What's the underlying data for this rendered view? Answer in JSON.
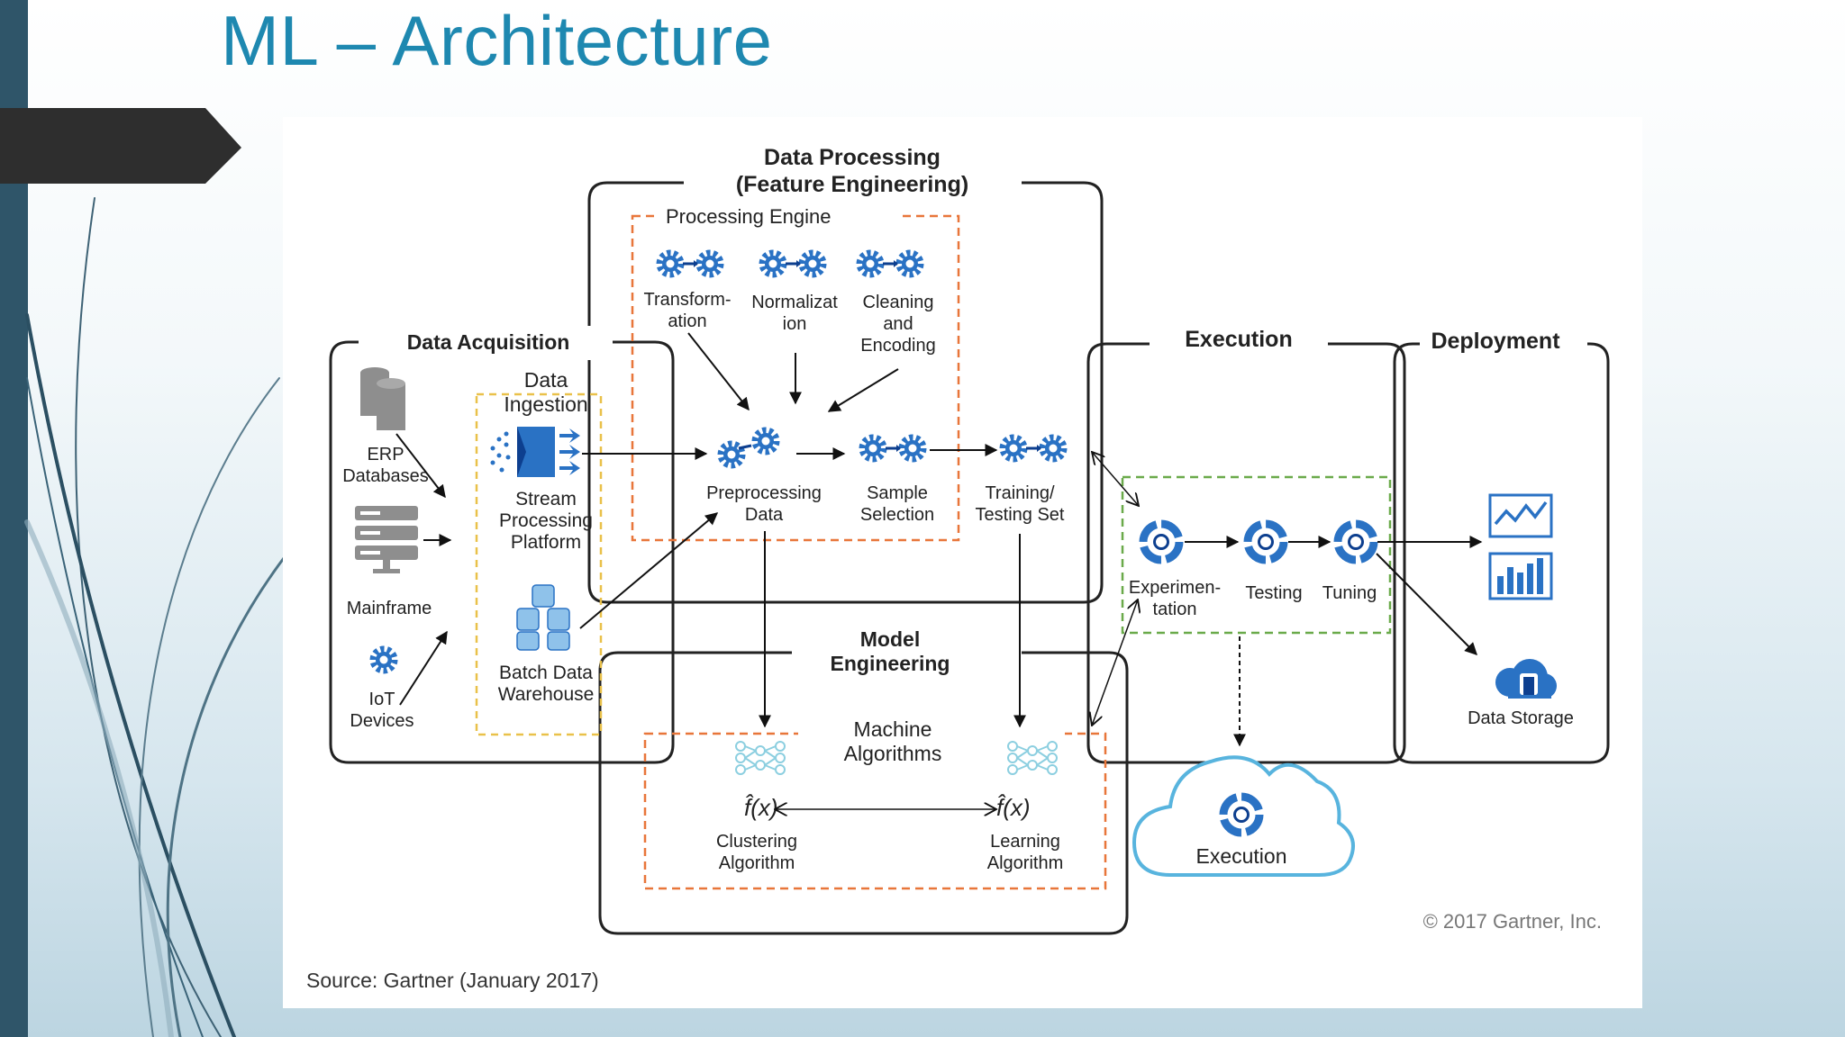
{
  "slide": {
    "title": "ML – Architecture"
  },
  "diagram": {
    "data_processing": {
      "line1": "Data Processing",
      "line2": "(Feature Engineering)"
    },
    "processing_engine": "Processing Engine",
    "transformation": {
      "l1": "Transform-",
      "l2": "ation"
    },
    "normalization": {
      "l1": "Normalizat",
      "l2": "ion"
    },
    "cleaning": {
      "l1": "Cleaning",
      "l2": "and",
      "l3": "Encoding"
    },
    "preprocessing": {
      "l1": "Preprocessing",
      "l2": "Data"
    },
    "sample": {
      "l1": "Sample",
      "l2": "Selection"
    },
    "training": {
      "l1": "Training/",
      "l2": "Testing Set"
    },
    "data_acquisition": "Data Acquisition",
    "erp": {
      "l1": "ERP",
      "l2": "Databases"
    },
    "mainframe": "Mainframe",
    "iot": {
      "l1": "IoT",
      "l2": "Devices"
    },
    "data_ingestion": {
      "l1": "Data",
      "l2": "Ingestion"
    },
    "stream": {
      "l1": "Stream",
      "l2": "Processing",
      "l3": "Platform"
    },
    "batch": {
      "l1": "Batch Data",
      "l2": "Warehouse"
    },
    "execution_title": "Execution",
    "deployment_title": "Deployment",
    "experimentation": {
      "l1": "Experimen-",
      "l2": "tation"
    },
    "testing": "Testing",
    "tuning": "Tuning",
    "data_storage": "Data Storage",
    "model_engineering": {
      "l1": "Model",
      "l2": "Engineering"
    },
    "machine_algorithms": {
      "l1": "Machine",
      "l2": "Algorithms"
    },
    "fx": "f̂(x)",
    "clustering": {
      "l1": "Clustering",
      "l2": "Algorithm"
    },
    "learning": {
      "l1": "Learning",
      "l2": "Algorithm"
    },
    "cloud_execution": "Execution",
    "copyright": "© 2017 Gartner, Inc.",
    "source": "Source: Gartner (January 2017)"
  },
  "colors": {
    "title": "#1e88b0",
    "icon_blue": "#2a72c4",
    "icon_dark": "#0d3f8f",
    "orange_dash": "#e8763a",
    "yellow_dash": "#e9c14a",
    "green_dash": "#6aaa4a",
    "cloud": "#58b4de"
  }
}
